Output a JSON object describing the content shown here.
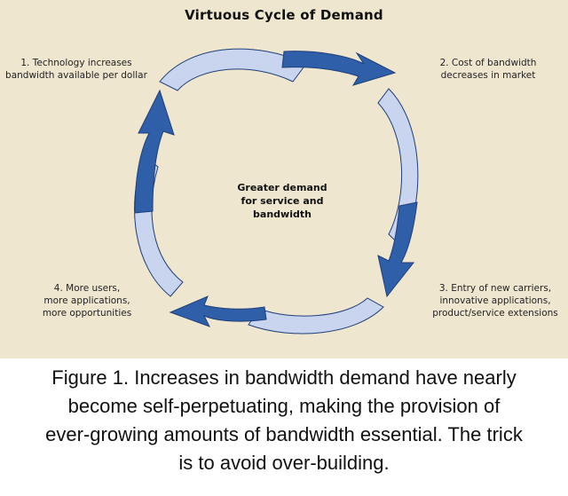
{
  "diagram": {
    "title": "Virtuous Cycle of Demand",
    "center": [
      "Greater demand",
      "for service and",
      "bandwidth"
    ],
    "steps": {
      "s1": [
        "1. Technology increases",
        "bandwidth available per dollar"
      ],
      "s2": [
        "2. Cost of bandwidth",
        "decreases in market"
      ],
      "s3": [
        "3. Entry of new carriers,",
        "innovative applications,",
        "product/service extensions"
      ],
      "s4": [
        "4. More users,",
        "more applications,",
        "more opportunities"
      ]
    },
    "colors": {
      "dark_arrow": "#2f5fa8",
      "light_arrow": "#c9d4ee",
      "outline": "#1f3f7a",
      "panel": "#efe6d0"
    }
  },
  "caption": {
    "lines": [
      "Figure 1. Increases in bandwidth demand have nearly",
      "become self-perpetuating, making the provision of",
      "ever-growing amounts of bandwidth essential. The trick",
      "is to avoid over-building."
    ]
  }
}
